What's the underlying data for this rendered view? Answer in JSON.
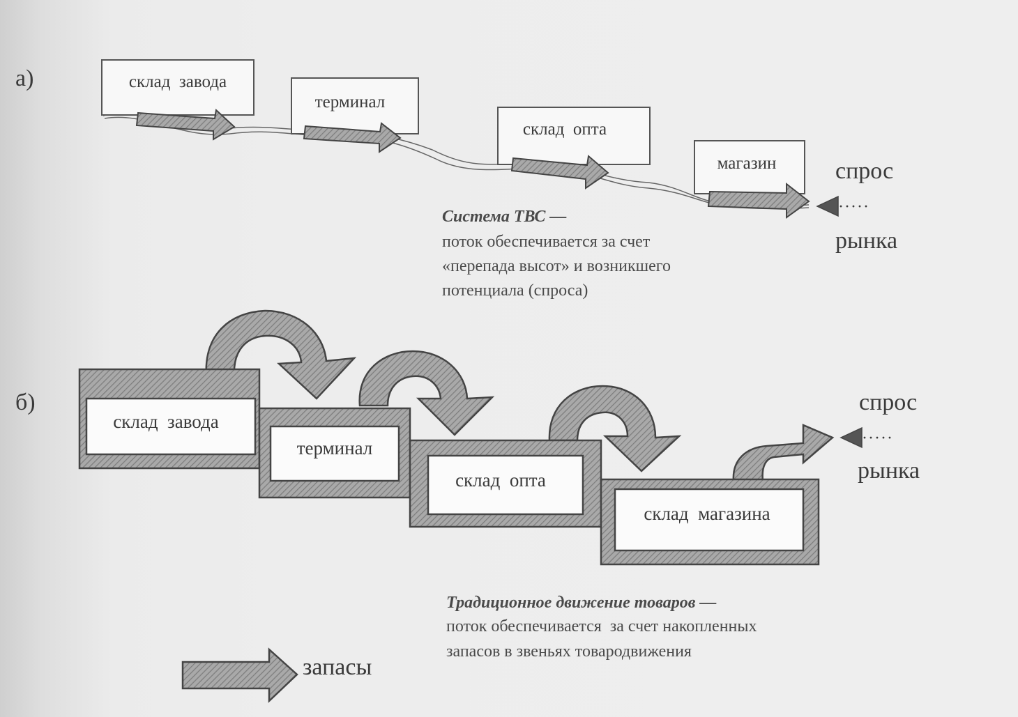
{
  "part_a": {
    "label": "а)",
    "nodes": [
      "склад  завода",
      "терминал",
      "склад  опта",
      "магазин"
    ],
    "demand_top": "спрос",
    "demand_bottom": "рынка",
    "caption_title": "Система ТВС —",
    "caption_lines": [
      "поток обеспечивается за счет",
      "«перепада высот» и возникшего",
      "потенциала (спроса)"
    ]
  },
  "part_b": {
    "label": "б)",
    "nodes": [
      "склад  завода",
      "терминал",
      "склад  опта",
      "склад  магазина"
    ],
    "demand_top": "спрос",
    "demand_bottom": "рынка",
    "caption_title": "Традиционное движение товаров —",
    "caption_lines": [
      "поток обеспечивается  за счет накопленных",
      "запасов в звеньях товародвижения"
    ]
  },
  "legend": {
    "label": "запасы"
  }
}
